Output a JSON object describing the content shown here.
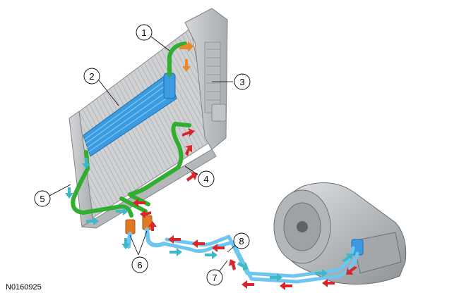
{
  "figure_id": "N0160925",
  "callouts": [
    {
      "id": "c1",
      "label": "1"
    },
    {
      "id": "c2",
      "label": "2"
    },
    {
      "id": "c3",
      "label": "3"
    },
    {
      "id": "c4",
      "label": "4"
    },
    {
      "id": "c5",
      "label": "5"
    },
    {
      "id": "c6",
      "label": "6"
    },
    {
      "id": "c7",
      "label": "7"
    },
    {
      "id": "c8",
      "label": "8"
    }
  ],
  "colors": {
    "radiator": "#c9cbcd",
    "cooler": "#3a9be0",
    "hose_green": "#2fae2f",
    "line_blue": "#6ec6ee",
    "connector_orange": "#e07a20",
    "flow_red": "#d9262b",
    "flow_cyan": "#3fb8c8",
    "flow_orange": "#e88a2c"
  }
}
